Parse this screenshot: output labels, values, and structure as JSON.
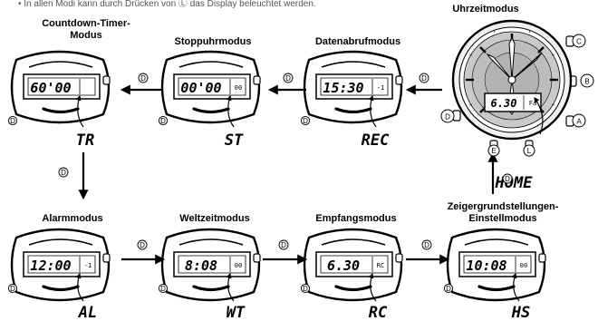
{
  "intro_text": "• In allen Modi kann durch Drücken von Ⓛ das Display beleuchtet werden.",
  "titles": {
    "timekeeping": "Uhrzeitmodus",
    "countdown_line1": "Countdown-Timer-",
    "countdown_line2": "Modus",
    "stopwatch": "Stoppuhrmodus",
    "data_recall": "Datenabrufmodus",
    "alarm": "Alarmmodus",
    "world_time": "Weltzeitmodus",
    "receive": "Empfangsmodus",
    "hand_setting_line1": "Zeigergrundstellungen-",
    "hand_setting_line2": "Einstellmodus"
  },
  "modes": {
    "countdown": {
      "display": "60'00",
      "indicator": "",
      "code": "TR"
    },
    "stopwatch": {
      "display": "00'00",
      "indicator": "00",
      "code": "ST"
    },
    "data_recall": {
      "display": "15:30",
      "indicator": "-1",
      "code": "REC"
    },
    "alarm": {
      "display": "12:00",
      "indicator": "-1",
      "code": "AL"
    },
    "world_time": {
      "display": "8:08",
      "indicator": "00",
      "code": "WT"
    },
    "receive": {
      "display": "6.30",
      "indicator": "RC",
      "code": "RC"
    },
    "hand_setting": {
      "display": "10:08",
      "indicator": "00",
      "code": "HS"
    },
    "timekeeping": {
      "display": "6.30",
      "indicator": "Fa",
      "code": "HOME"
    }
  },
  "buttons": {
    "A": "A",
    "B": "B",
    "C": "C",
    "D": "D",
    "E": "E",
    "L": "L"
  }
}
